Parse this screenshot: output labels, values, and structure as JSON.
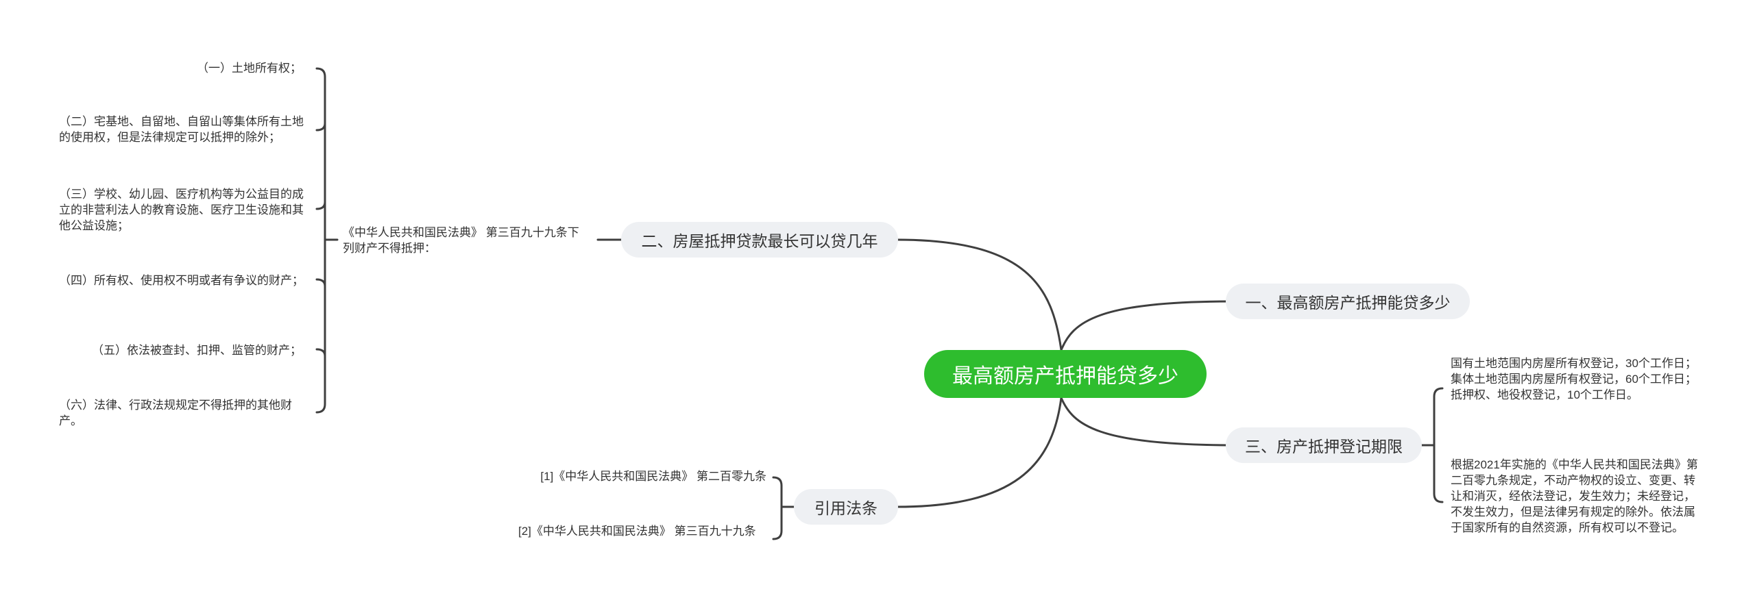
{
  "root": {
    "label": "最高额房产抵押能贷多少"
  },
  "branches": [
    {
      "label": "一、最高额房产抵押能贷多少"
    },
    {
      "label": "二、房屋抵押贷款最长可以贷几年",
      "intro": "《中华人民共和国民法典》 第三百九十九条下列财产不得抵押：",
      "items": [
        "（一）土地所有权；",
        "（二）宅基地、自留地、自留山等集体所有土地的使用权，但是法律规定可以抵押的除外；",
        "（三）学校、幼儿园、医疗机构等为公益目的成立的非营利法人的教育设施、医疗卫生设施和其他公益设施；",
        "（四）所有权、使用权不明或者有争议的财产；",
        "（五）依法被查封、扣押、监管的财产；",
        "（六）法律、行政法规规定不得抵押的其他财产。"
      ]
    },
    {
      "label": "三、房产抵押登记期限",
      "items": [
        "国有土地范围内房屋所有权登记，30个工作日；集体土地范围内房屋所有权登记，60个工作日；抵押权、地役权登记，10个工作日。",
        "根据2021年实施的《中华人民共和国民法典》第二百零九条规定，不动产物权的设立、变更、转让和消灭，经依法登记，发生效力；未经登记，不发生效力，但是法律另有规定的除外。依法属于国家所有的自然资源，所有权可以不登记。"
      ]
    },
    {
      "label": "引用法条",
      "items": [
        "[1]《中华人民共和国民法典》 第二百零九条",
        "[2]《中华人民共和国民法典》 第三百九十九条"
      ]
    }
  ],
  "colors": {
    "root_fill": "#2ebd2e",
    "node_fill": "#eef0f3",
    "line": "#3f3f3f"
  }
}
